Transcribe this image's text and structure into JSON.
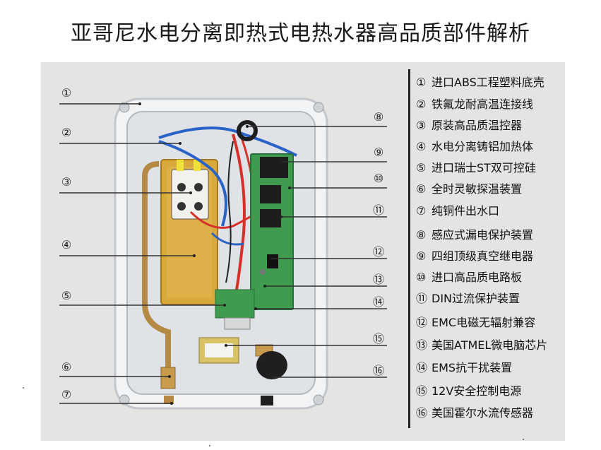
{
  "title": "亚哥尼水电分离即热式电热水器高品质部件解析",
  "callouts": {
    "c1": "①",
    "c2": "②",
    "c3": "③",
    "c4": "④",
    "c5": "⑤",
    "c6": "⑥",
    "c7": "⑦",
    "c8": "⑧",
    "c9": "⑨",
    "c10": "⑩",
    "c11": "⑪",
    "c12": "⑫",
    "c13": "⑬",
    "c14": "⑭",
    "c15": "⑮",
    "c16": "⑯"
  },
  "legend": [
    {
      "num": "①",
      "text": "进口ABS工程塑料底壳"
    },
    {
      "num": "②",
      "text": "铁氟龙耐高温连接线"
    },
    {
      "num": "③",
      "text": "原装高品质温控器"
    },
    {
      "num": "④",
      "text": "水电分离铸铝加热体"
    },
    {
      "num": "⑤",
      "text": "进口瑞士ST双可控硅"
    },
    {
      "num": "⑥",
      "text": "全时灵敏探温装置"
    },
    {
      "num": "⑦",
      "text": "纯铜件出水口"
    },
    {
      "num": "⑧",
      "text": "感应式漏电保护装置"
    },
    {
      "num": "⑨",
      "text": "四组顶级真空继电器"
    },
    {
      "num": "⑩",
      "text": "进口高品质电路板"
    },
    {
      "num": "⑪",
      "text": "DIN过流保护装置"
    },
    {
      "num": "⑫",
      "text": "EMC电磁无辐射兼容"
    },
    {
      "num": "⑬",
      "text": "美国ATMEL微电脑芯片"
    },
    {
      "num": "⑭",
      "text": "EMS抗干扰装置"
    },
    {
      "num": "⑮",
      "text": "12V安全控制电源"
    },
    {
      "num": "⑯",
      "text": "美国霍尔水流传感器"
    }
  ]
}
